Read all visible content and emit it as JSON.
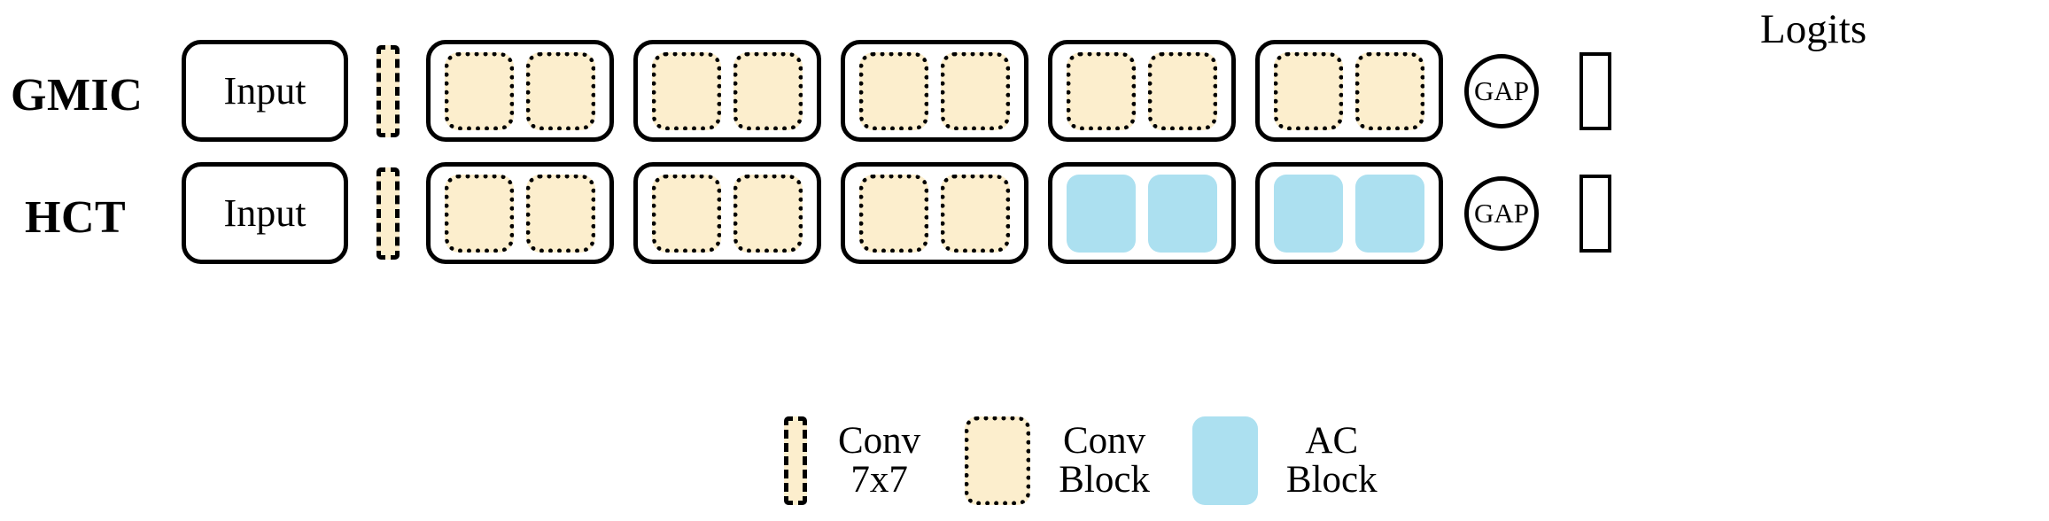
{
  "figure": {
    "type": "architecture-diagram",
    "background": "#ffffff",
    "colors": {
      "conv_fill": "#fceecd",
      "ac_fill": "#ace0f0",
      "stroke": "#000000"
    }
  },
  "rows": [
    {
      "label": "GMIC",
      "input": {
        "label": "Input"
      },
      "conv7": {
        "icon": "conv7x7-bar"
      },
      "groups": [
        {
          "blocks": [
            "conv",
            "conv"
          ]
        },
        {
          "blocks": [
            "conv",
            "conv"
          ]
        },
        {
          "blocks": [
            "conv",
            "conv"
          ]
        },
        {
          "blocks": [
            "conv",
            "conv"
          ]
        },
        {
          "blocks": [
            "conv",
            "conv"
          ]
        }
      ],
      "gap": {
        "label": "GAP"
      },
      "logits": {
        "label": "Logits"
      }
    },
    {
      "label": "HCT",
      "input": {
        "label": "Input"
      },
      "conv7": {
        "icon": "conv7x7-bar"
      },
      "groups": [
        {
          "blocks": [
            "conv",
            "conv"
          ]
        },
        {
          "blocks": [
            "conv",
            "conv"
          ]
        },
        {
          "blocks": [
            "conv",
            "conv"
          ]
        },
        {
          "blocks": [
            "ac",
            "ac"
          ]
        },
        {
          "blocks": [
            "ac",
            "ac"
          ]
        }
      ],
      "gap": {
        "label": "GAP"
      },
      "logits": {
        "label": ""
      }
    }
  ],
  "top_label": {
    "logits": "Logits"
  },
  "legend": {
    "items": [
      {
        "swatch": "conv7x7-bar",
        "label": "Conv\n7x7"
      },
      {
        "swatch": "conv-block",
        "label": "Conv\nBlock"
      },
      {
        "swatch": "ac-block",
        "label": "AC\nBlock"
      }
    ]
  }
}
